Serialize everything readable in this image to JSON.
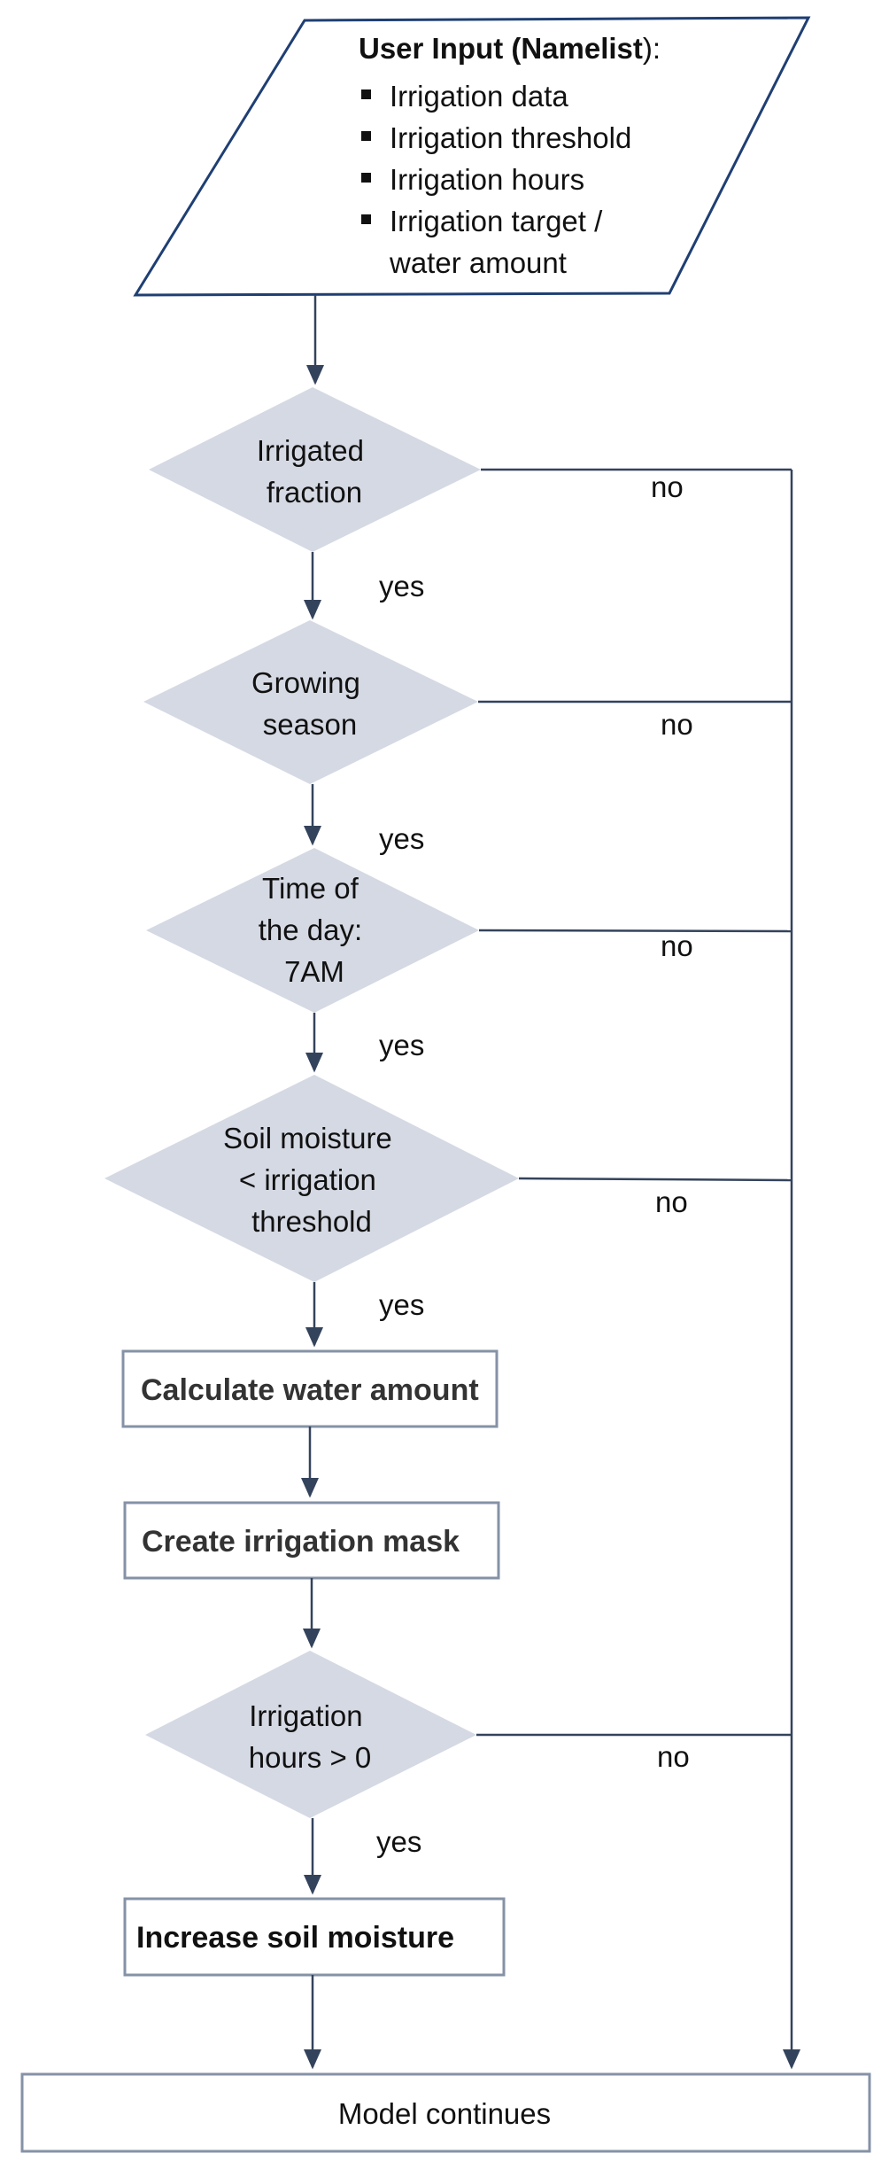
{
  "colors": {
    "shape_fill": "#d5d9e3",
    "outline": "#1f3f73",
    "box_border": "#8592a6",
    "arrow": "#34435c"
  },
  "input": {
    "title_bold": "User Input (Namelist",
    "title_tail": "):",
    "items": [
      "Irrigation data",
      "Irrigation threshold",
      "Irrigation hours",
      "Irrigation target /"
    ],
    "item_cont": "water amount"
  },
  "decisions": {
    "irrigated_fraction": [
      "Irrigated",
      "fraction"
    ],
    "growing_season": [
      "Growing",
      "season"
    ],
    "time_of_day": [
      "Time of",
      "the day:",
      "7AM"
    ],
    "soil_moisture": [
      "Soil moisture",
      "< irrigation",
      "threshold"
    ],
    "irrigation_hours": [
      "Irrigation",
      "hours > 0"
    ]
  },
  "processes": {
    "calc_water": "Calculate water amount",
    "irrigation_mask": "Create irrigation mask",
    "increase_soil": "Increase soil moisture",
    "model_continues": "Model continues"
  },
  "edge_labels": {
    "yes": "yes",
    "no": "no"
  }
}
